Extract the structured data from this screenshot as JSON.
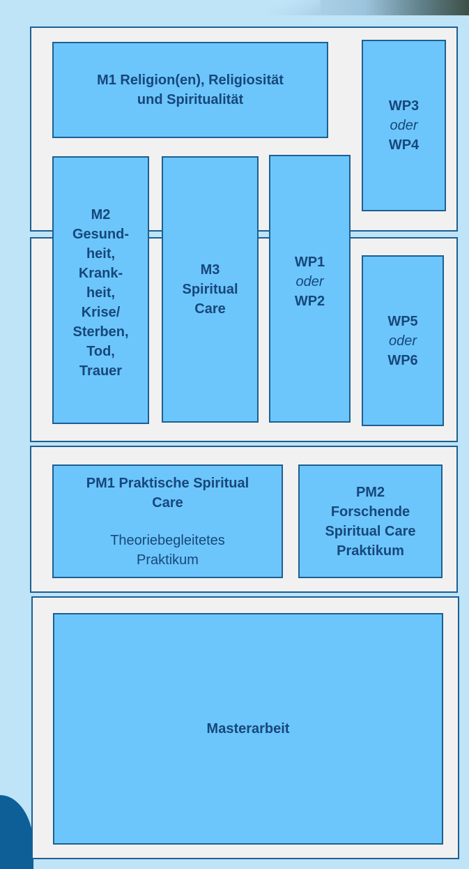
{
  "modules": {
    "m1": {
      "lines": [
        "M1 Religion(en), Religiosität",
        "und Spiritualität"
      ]
    },
    "m2": {
      "lines": [
        "M2",
        "Gesund-",
        "heit,",
        "Krank-",
        "heit,",
        "Krise/",
        "Sterben,",
        "Tod,",
        "Trauer"
      ]
    },
    "m3": {
      "lines": [
        "M3",
        "Spiritual",
        "Care"
      ]
    },
    "wp1": {
      "code_a": "WP1",
      "connector": "oder",
      "code_b": "WP2"
    },
    "wp3": {
      "code_a": "WP3",
      "connector": "oder",
      "code_b": "WP4"
    },
    "wp5": {
      "code_a": "WP5",
      "connector": "oder",
      "code_b": "WP6"
    },
    "pm1": {
      "title_lines": [
        "PM1 Praktische Spiritual",
        "Care"
      ],
      "subtitle_lines": [
        "Theoriebegleitetes",
        "Praktikum"
      ]
    },
    "pm2": {
      "lines": [
        "PM2",
        "Forschende",
        "Spiritual Care",
        "Praktikum"
      ]
    },
    "masterarbeit": {
      "label": "Masterarbeit"
    }
  },
  "colors": {
    "background": "#bfe3f7",
    "panel": "#f1f1f1",
    "box_fill": "#6cc6fb",
    "border": "#1d5f91",
    "text": "#17477b",
    "corner_accent": "#0e5e98"
  }
}
